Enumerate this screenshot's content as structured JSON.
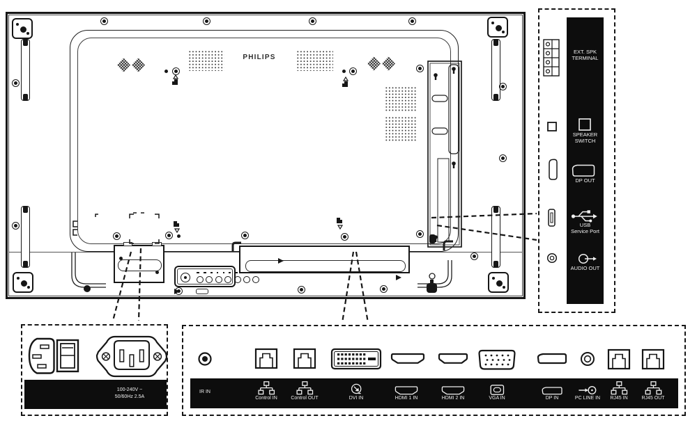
{
  "brand": "PHILIPS",
  "side_callout": {
    "items": [
      {
        "line1": "EXT. SPK",
        "line2": "TERMINAL",
        "icon": "speaker-terminal-icon"
      },
      {
        "line1": "SPEAKER",
        "line2": "SWITCH",
        "icon": "speaker-switch-icon"
      },
      {
        "line1": "DP OUT",
        "line2": "",
        "icon": "displayport-out-icon"
      },
      {
        "line1": "USB",
        "line2": "Service Port",
        "icon": "usb-icon"
      },
      {
        "line1": "AUDIO OUT",
        "line2": "",
        "icon": "audio-out-icon"
      }
    ]
  },
  "power_callout": {
    "rating_line1": "100-240V ~",
    "rating_line2": "50/60Hz 2.5A"
  },
  "io_callout": {
    "ports": [
      {
        "label": "IR IN",
        "icon": "ir-jack-icon"
      },
      {
        "label": "Control IN",
        "icon": "rj45-network-icon"
      },
      {
        "label": "Control OUT",
        "icon": "rj45-network-icon"
      },
      {
        "label": "DVI IN",
        "icon": "dvi-icon"
      },
      {
        "label": "HDMI 1 IN",
        "icon": "hdmi-icon"
      },
      {
        "label": "HDMI 2 IN",
        "icon": "hdmi-icon"
      },
      {
        "label": "VGA IN",
        "icon": "vga-icon"
      },
      {
        "label": "DP IN",
        "icon": "displayport-icon"
      },
      {
        "label": "PC LINE IN",
        "icon": "audio-line-in-icon"
      },
      {
        "label": "RJ45 IN",
        "icon": "rj45-network-icon"
      },
      {
        "label": "RJ45 OUT",
        "icon": "rj45-network-icon"
      }
    ]
  },
  "colors": {
    "line": "#1a1a1a",
    "panel_black": "#0d0d0d",
    "background": "#ffffff"
  }
}
